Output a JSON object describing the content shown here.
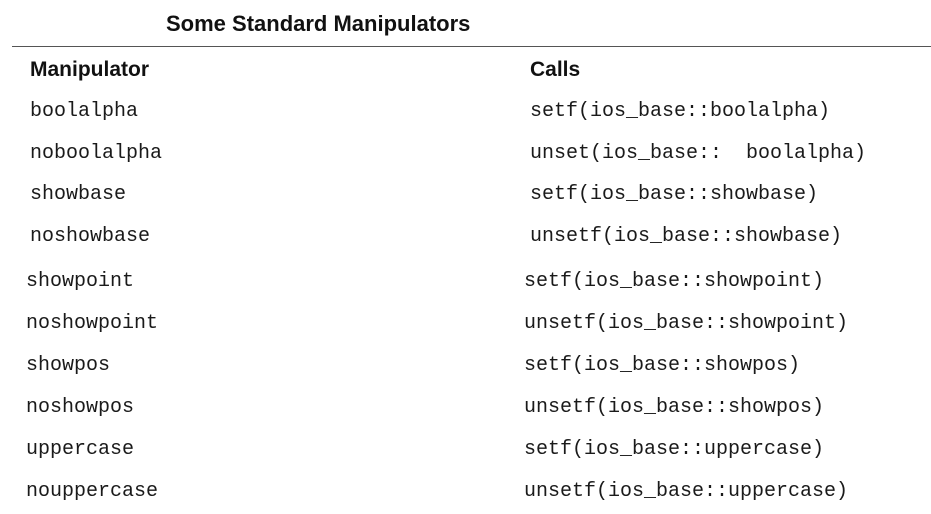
{
  "title": "Some Standard Manipulators",
  "table": {
    "headers": {
      "manipulator": "Manipulator",
      "calls": "Calls"
    },
    "rows": [
      {
        "manipulator": "boolalpha",
        "calls": "setf(ios_base::boolalpha)"
      },
      {
        "manipulator": "noboolalpha",
        "calls": "unset(ios_base::  boolalpha)"
      },
      {
        "manipulator": "showbase",
        "calls": "setf(ios_base::showbase)"
      },
      {
        "manipulator": "noshowbase",
        "calls": "unsetf(ios_base::showbase)"
      },
      {
        "manipulator": "showpoint",
        "calls": "setf(ios_base::showpoint)"
      },
      {
        "manipulator": "noshowpoint",
        "calls": "unsetf(ios_base::showpoint)"
      },
      {
        "manipulator": "showpos",
        "calls": "setf(ios_base::showpos)"
      },
      {
        "manipulator": "noshowpos",
        "calls": "unsetf(ios_base::showpos)"
      },
      {
        "manipulator": "uppercase",
        "calls": "setf(ios_base::uppercase)"
      },
      {
        "manipulator": "nouppercase",
        "calls": "unsetf(ios_base::uppercase)"
      }
    ]
  }
}
